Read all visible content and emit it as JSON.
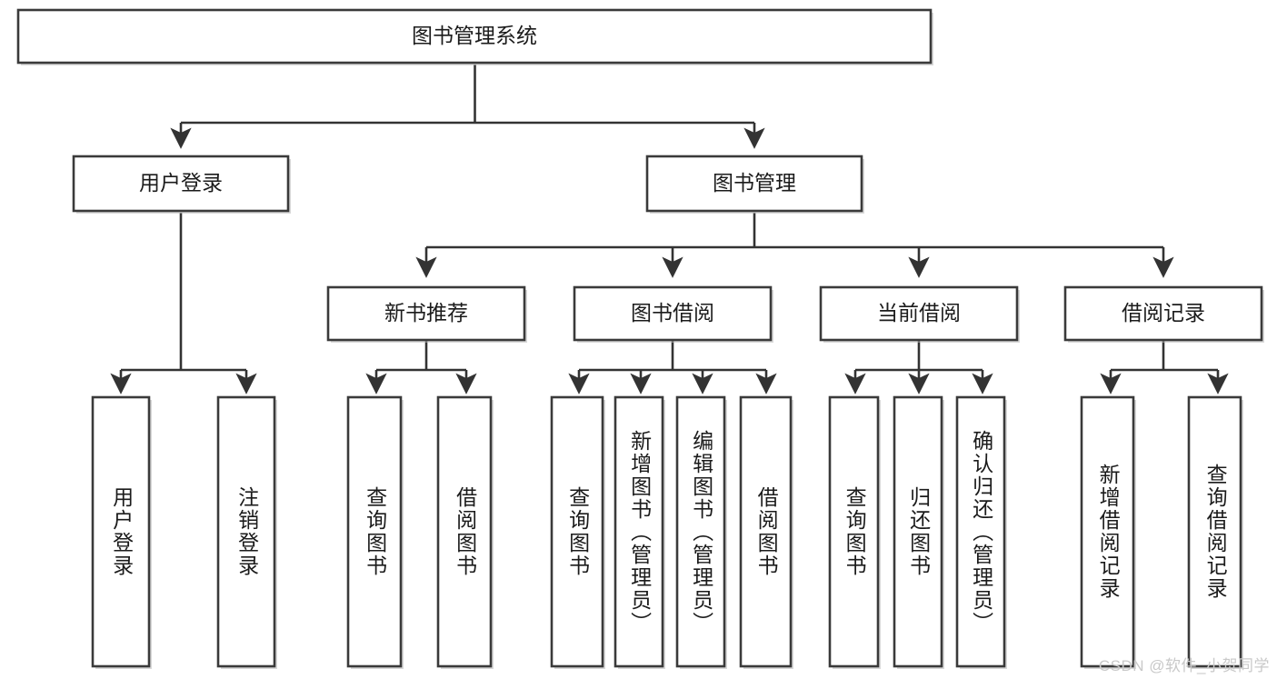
{
  "diagram": {
    "type": "tree-hierarchy-flowchart",
    "orientation": "top-down",
    "title": "图书管理系统",
    "root": {
      "id": "root",
      "label": "图书管理系统",
      "shape": "rectangle",
      "text_direction": "horizontal"
    },
    "level2": [
      {
        "id": "user-login",
        "label": "用户登录",
        "shape": "rectangle",
        "text_direction": "horizontal"
      },
      {
        "id": "book-management",
        "label": "图书管理",
        "shape": "rectangle",
        "text_direction": "horizontal"
      }
    ],
    "level3": [
      {
        "id": "new-book-recommend",
        "label": "新书推荐",
        "parent": "book-management",
        "shape": "rectangle",
        "text_direction": "horizontal"
      },
      {
        "id": "book-borrow",
        "label": "图书借阅",
        "parent": "book-management",
        "shape": "rectangle",
        "text_direction": "horizontal"
      },
      {
        "id": "current-borrow",
        "label": "当前借阅",
        "parent": "book-management",
        "shape": "rectangle",
        "text_direction": "horizontal"
      },
      {
        "id": "borrow-record",
        "label": "借阅记录",
        "parent": "book-management",
        "shape": "rectangle",
        "text_direction": "horizontal"
      }
    ],
    "leaves": [
      {
        "id": "leaf-user-login",
        "label": "用户登录",
        "parent": "user-login",
        "text_direction": "vertical"
      },
      {
        "id": "leaf-logout-login",
        "label": "注销登录",
        "parent": "user-login",
        "text_direction": "vertical"
      },
      {
        "id": "leaf-query-book-1",
        "label": "查询图书",
        "parent": "new-book-recommend",
        "text_direction": "vertical"
      },
      {
        "id": "leaf-borrow-book-1",
        "label": "借阅图书",
        "parent": "new-book-recommend",
        "text_direction": "vertical"
      },
      {
        "id": "leaf-query-book-2",
        "label": "查询图书",
        "parent": "book-borrow",
        "text_direction": "vertical"
      },
      {
        "id": "leaf-add-book",
        "label": "新增图书（管理员）",
        "parent": "book-borrow",
        "text_direction": "vertical"
      },
      {
        "id": "leaf-edit-book",
        "label": "编辑图书（管理员）",
        "parent": "book-borrow",
        "text_direction": "vertical"
      },
      {
        "id": "leaf-borrow-book-2",
        "label": "借阅图书",
        "parent": "book-borrow",
        "text_direction": "vertical"
      },
      {
        "id": "leaf-query-book-3",
        "label": "查询图书",
        "parent": "current-borrow",
        "text_direction": "vertical"
      },
      {
        "id": "leaf-return-book",
        "label": "归还图书",
        "parent": "current-borrow",
        "text_direction": "vertical"
      },
      {
        "id": "leaf-confirm-return",
        "label": "确认归还（管理员）",
        "parent": "current-borrow",
        "text_direction": "vertical"
      },
      {
        "id": "leaf-add-record",
        "label": "新增借阅记录",
        "parent": "borrow-record",
        "text_direction": "vertical"
      },
      {
        "id": "leaf-query-record",
        "label": "查询借阅记录",
        "parent": "borrow-record",
        "text_direction": "vertical"
      }
    ],
    "colors": {
      "box_fill": "#ffffff",
      "box_stroke": "#3a3a3a",
      "edge_stroke": "#333333",
      "text": "#1b1b1b",
      "background": "#ffffff",
      "watermark": "#c9c9c9"
    }
  },
  "watermark": {
    "text": "CSDN @软件_小贺同学"
  }
}
